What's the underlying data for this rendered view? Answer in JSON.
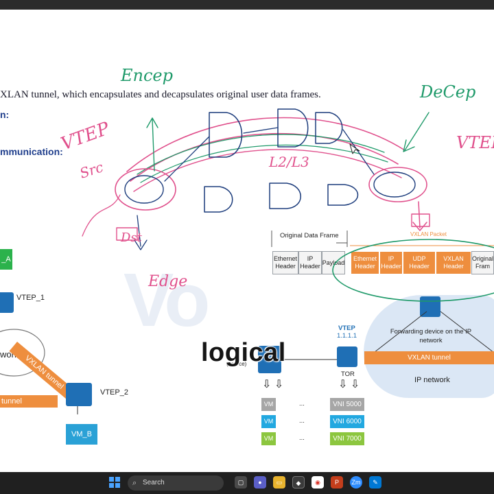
{
  "slide": {
    "bullets": {
      "line1": "XLAN tunnel, which encapsulates and decapsulates original user data frames.",
      "line2": "n:",
      "line3": "mmunication:"
    },
    "left_diagram": {
      "vm_a": "_A",
      "vtep1": "VTEP_1",
      "vtep2": "VTEP_2",
      "vxlan_tunnel_diag": "VXLAN tunnel",
      "network": "work",
      "tunnel_left": "tunnel",
      "vm_b": "VM_B"
    },
    "frame": {
      "original_label": "Original Data Frame",
      "vxlan_packet_label": "VXLAN Packet",
      "headers_plain": [
        "Ethernet Header",
        "IP Header",
        "Payload"
      ],
      "headers_orange": [
        "Ethernet Header",
        "IP Header",
        "UDP Header",
        "VXLAN Header",
        "Original Fram"
      ]
    },
    "right_diagram": {
      "forwarding": "Forwarding device on the IP network",
      "vxlan_tunnel": "VXLAN tunnel",
      "ip_network": "IP network",
      "vtep_label": "VTEP",
      "vtep_ip": "1.1.1.1",
      "tor": "TOR",
      "source": "(source)",
      "vm_labels": [
        "VM",
        "VM",
        "VM"
      ],
      "dots": [
        "...",
        "...",
        "..."
      ],
      "vnis": [
        "VNI 5000",
        "VNI 6000",
        "VNI 7000"
      ]
    },
    "watermark": "Vo",
    "caption": "logical",
    "handwriting": [
      "Encep",
      "DeCep",
      "VTEP",
      "VTEP",
      "Src",
      "L2/L3",
      "Dst",
      "Edge"
    ]
  },
  "taskbar": {
    "search_placeholder": "Search",
    "apps": [
      "Zm"
    ]
  },
  "colors": {
    "ink_pink": "#e0508c",
    "ink_green": "#1f9a6a",
    "ink_blue": "#1c3c7c",
    "orange": "#ee8e3e",
    "tunnel_blue": "#1f6fb5",
    "vni_gray": "#a6a6a6",
    "vni_cyan": "#22a8e0",
    "vni_green": "#8cc63f"
  }
}
